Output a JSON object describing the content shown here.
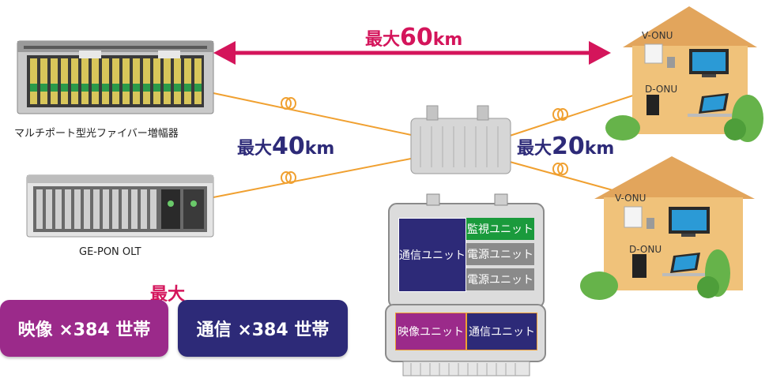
{
  "colors": {
    "accent_pink": "#d4155b",
    "navy": "#2d2a78",
    "purple": "#9b2a8a",
    "fiber_orange": "#f0a030",
    "monitor_green": "#1a9a3c",
    "gray_unit": "#8a8a8a",
    "house_wall": "#f0c27a",
    "house_roof": "#e2a55c"
  },
  "distances": {
    "top": {
      "prefix": "最大",
      "value": "60",
      "unit": "km"
    },
    "left": {
      "prefix": "最大",
      "value": "40",
      "unit": "km"
    },
    "right": {
      "prefix": "最大",
      "value": "20",
      "unit": "km"
    }
  },
  "devices": {
    "amplifier_label": "マルチポート型光ファイバー増幅器",
    "olt_label": "GE-PON OLT"
  },
  "houses": [
    {
      "vonu": "V-ONU",
      "donu": "D-ONU"
    },
    {
      "vonu": "V-ONU",
      "donu": "D-ONU"
    }
  ],
  "splitter_units": {
    "left": "通信ユニット",
    "monitor": "監視ユニット",
    "power1": "電源ユニット",
    "power2": "電源ユニット",
    "video": "映像ユニット",
    "comm": "通信ユニット"
  },
  "capacity": {
    "max_label": "最大",
    "video": "映像 ×384 世帯",
    "comm": "通信 ×384 世帯"
  },
  "icons": [
    "fiber-coil-icon",
    "double-arrow-icon",
    "house-icon",
    "tv-icon",
    "laptop-icon",
    "tree-icon"
  ]
}
